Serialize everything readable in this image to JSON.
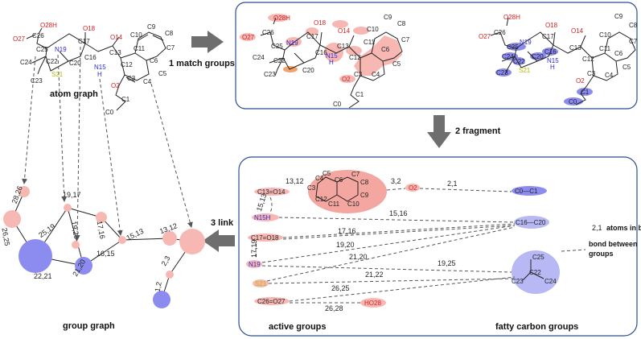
{
  "labels": {
    "atom_graph": "atom graph",
    "match_groups": "1 match groups",
    "fragment": "2 fragment",
    "link": "3 link",
    "group_graph": "group graph",
    "active_groups": "active groups",
    "fatty_carbon_groups": "fatty carbon groups",
    "legend_atoms_value": "2,1",
    "legend_atoms_text": "atoms in bond",
    "legend_between_text_1": "bond between",
    "legend_between_text_2": "groups"
  },
  "atoms": {
    "O28H": "O28H",
    "O27": "O27",
    "C26": "C26",
    "C25": "C25",
    "N19": "N19",
    "C17": "C17",
    "O18": "O18",
    "C24": "C24",
    "C22": "C22",
    "C20": "C20",
    "C16": "C16",
    "N15": "N15",
    "H": "H",
    "C23": "C23",
    "S21": "S21",
    "O14": "O14",
    "C13": "C13",
    "C12": "C12",
    "C11": "C11",
    "C10": "C10",
    "C9": "C9",
    "C8": "C8",
    "C7": "C7",
    "C6": "C6",
    "C5": "C5",
    "C4": "C4",
    "C3": "C3",
    "O2": "O2",
    "C1": "C1",
    "C0": "C0"
  },
  "fragments": {
    "c13_o14": "C13=O14",
    "n15h": "N15H",
    "c17_o18": "C17=O18",
    "n19": "N19",
    "s21": "S21",
    "c26_o27": "C26=O27",
    "ho28": "HO28",
    "o2": "O2",
    "c0_c1": "C0—C1",
    "c16_c20": "C16—C20"
  },
  "bond_labels": {
    "b13_12": "13,12",
    "b3_2": "3,2",
    "b2_1": "2,1",
    "b15_13": "15,13",
    "b15_16": "15,16",
    "b17_16": "17,16",
    "b17_19": "17,19",
    "b19_20": "19,20",
    "b21_20": "21,20",
    "b19_25": "19,25",
    "b21_22": "21,22",
    "b26_25": "26,25",
    "b26_28": "26,28"
  },
  "group_edges": {
    "e28_26": "28,26",
    "e26_25": "26,25",
    "e25_19": "25,19",
    "e19_17": "19,17",
    "e19_20": "19,20",
    "e17_16": "17,16",
    "e22_21": "22,21",
    "e21_20": "21,20",
    "e16_15": "16,15",
    "e15_13": "15,13",
    "e13_12": "13,12",
    "e2_3": "2,3",
    "e1_2": "1,2"
  },
  "colors": {
    "pink": "#f7b8b4",
    "pink_dark": "#f2a09a",
    "blue": "#8c8cf0",
    "blue_light": "#b8b8f4",
    "panel_border": "#2f4f8f",
    "arrow": "#6e6e6e"
  }
}
